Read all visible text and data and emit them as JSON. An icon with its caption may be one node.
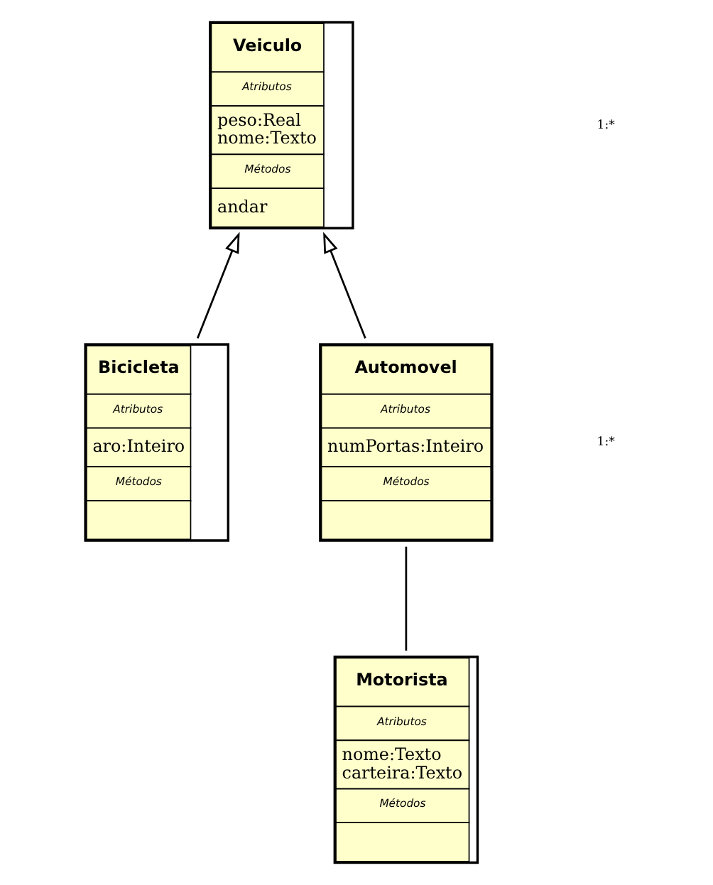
{
  "diagram": {
    "nodes": [
      {
        "text": [
          "Veiculo",
          "Atributos",
          "peso:Real",
          "nome:Texto",
          "Métodos",
          "andar"
        ]
      },
      {
        "text": [
          "Motorista",
          "Atributos",
          "nome:Texto",
          "carteira:Texto",
          "Métodos"
        ]
      },
      {
        "text": [
          "Bicicleta",
          "Atributos",
          "aro:Inteiro",
          "Métodos"
        ]
      },
      {
        "text": [
          "Automovel",
          "Atributos",
          "numPortas:Inteiro",
          "Métodos"
        ]
      }
    ],
    "edges": [
      {
        "from": 2,
        "to": 0,
        "arrow": "to"
      },
      {
        "from": 3,
        "to": 0,
        "arrow": "to"
      },
      {
        "from": 1,
        "to": 3,
        "arrow": "none"
      }
    ],
    "labels": [
      "1:*",
      "1:*"
    ]
  }
}
